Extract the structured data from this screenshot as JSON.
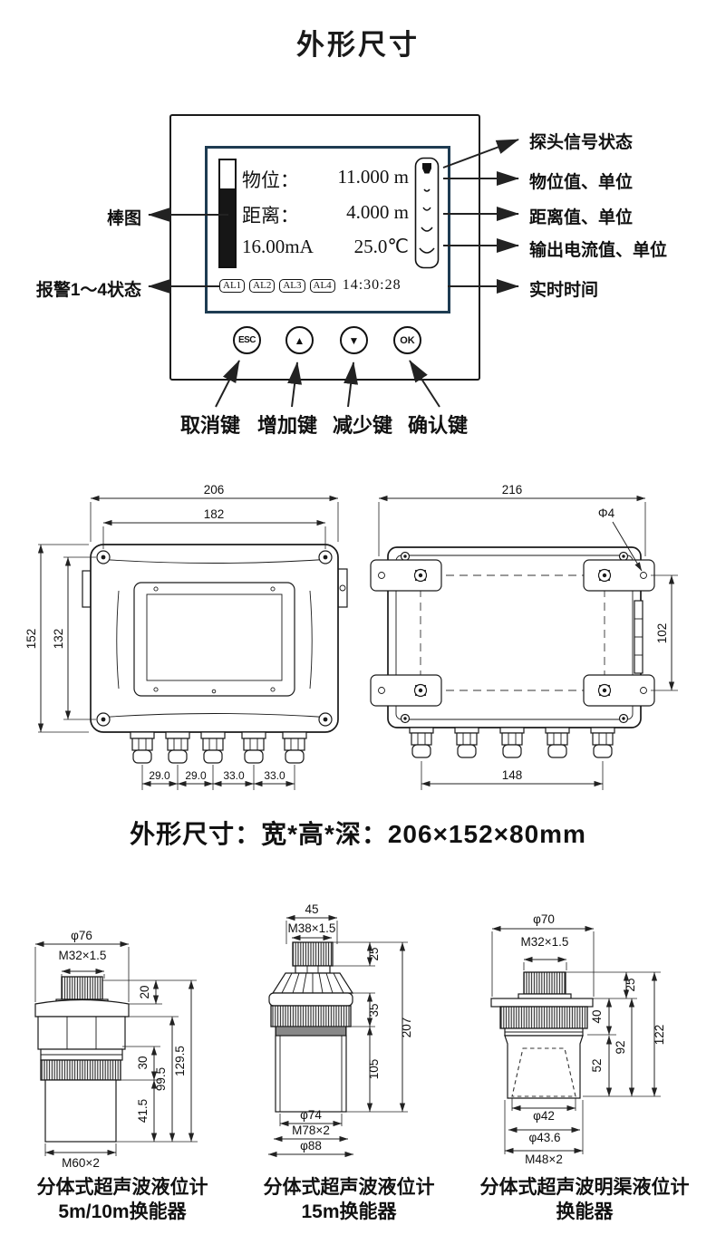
{
  "title": "外形尺寸",
  "panel": {
    "display": {
      "level_label": "物位：",
      "level_value": "11.000 m",
      "distance_label": "距离：",
      "distance_value": "4.000 m",
      "current_value": "16.00mA",
      "temperature_value": "25.0℃",
      "alarms": [
        "AL1",
        "AL2",
        "AL3",
        "AL4"
      ],
      "time": "14:30:28"
    },
    "keys": {
      "esc": "ESC",
      "up": "▲",
      "down": "▼",
      "ok": "OK"
    },
    "key_labels": [
      "取消键",
      "增加键",
      "减少键",
      "确认键"
    ],
    "callouts_right": [
      "探头信号状态",
      "物位值、单位",
      "距离值、单位",
      "输出电流值、单位",
      "实时时间"
    ],
    "callouts_left": [
      "棒图",
      "报警1～4状态"
    ]
  },
  "enclosure": {
    "front_view": {
      "width_outer": "206",
      "width_inner": "182",
      "height_outer": "152",
      "height_inner": "132",
      "gland_spacings": [
        "29.0",
        "29.0",
        "33.0",
        "33.0"
      ]
    },
    "rear_view": {
      "width_outer": "216",
      "hole_dia": "Φ4",
      "mount_height": "102",
      "gland_span": "148"
    },
    "summary": "外形尺寸：宽*高*深：206×152×80mm"
  },
  "transducers": [
    {
      "caption_line1": "分体式超声波液位计",
      "caption_line2": "5m/10m换能器",
      "dims": {
        "flange_dia": "φ76",
        "top_thread": "M32×1.5",
        "cap_h": "20",
        "ring_h": "30",
        "tip_h": "41.5",
        "lower_h": "99.5",
        "total_h": "129.5",
        "bottom_thread": "M60×2"
      }
    },
    {
      "caption_line1": "分体式超声波液位计",
      "caption_line2": "15m换能器",
      "dims": {
        "top_w": "45",
        "top_thread": "M38×1.5",
        "cap_h": "25",
        "mid_h": "35",
        "body_h": "105",
        "total_h": "207",
        "inner_dia": "φ74",
        "bottom_thread": "M78×2",
        "outer_dia": "φ88"
      }
    },
    {
      "caption_line1": "分体式超声波明渠液位计",
      "caption_line2": "换能器",
      "dims": {
        "flange_dia": "φ70",
        "top_thread": "M32×1.5",
        "cap_h": "25",
        "ring_h": "40",
        "horn_h": "52",
        "lower_h": "92",
        "total_h": "122",
        "horn_dia": "φ42",
        "skirt_dia": "φ43.6",
        "bottom_thread": "M48×2"
      }
    }
  ]
}
